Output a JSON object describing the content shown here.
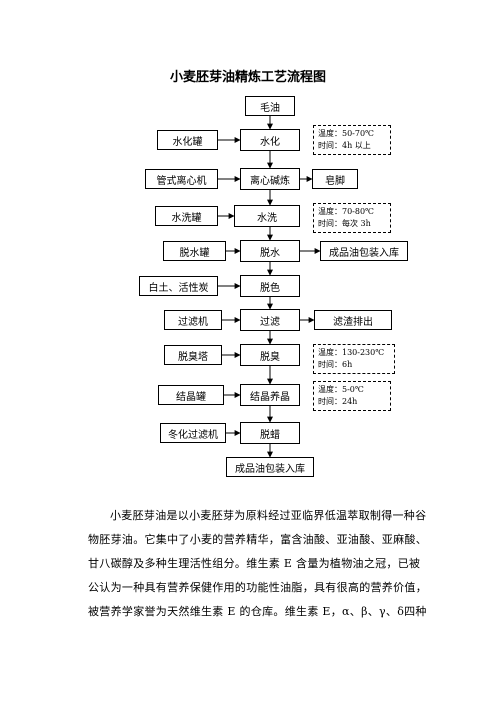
{
  "title": "小麦胚芽油精炼工艺流程图",
  "steps": {
    "crude_oil": "毛油",
    "hydration": "水化",
    "alkali_refining": "离心碱炼",
    "water_wash": "水洗",
    "dehydration": "脱水",
    "bleaching": "脱色",
    "filtration": "过滤",
    "deodorization": "脱臭",
    "crystallization": "结晶养晶",
    "dewaxing": "脱蜡",
    "final_product": "成品油包装入库"
  },
  "equipment": {
    "hydration_tank": "水化罐",
    "tube_centrifuge": "管式离心机",
    "wash_tank": "水洗罐",
    "dehydration_tank": "脱水罐",
    "bleaching_agent": "白土、活性炭",
    "filter": "过滤机",
    "deodorizer": "脱臭塔",
    "crystal_tank": "结晶罐",
    "winter_filter": "冬化过滤机"
  },
  "outputs": {
    "soapstock": "皂脚",
    "product_store": "成品油包装入库",
    "residue": "滤渣排出"
  },
  "conditions": {
    "hydration": {
      "temp": "温度：50-70℃",
      "time": "时间：4h 以上"
    },
    "water_wash": {
      "temp": "温度：70-80℃",
      "time": "时间：每次 3h"
    },
    "deodorization": {
      "temp": "温度：130-230℃",
      "time": "时间：6h"
    },
    "crystallization": {
      "temp": "温度：5-0℃",
      "time": "时间：24h"
    }
  },
  "paragraph": "小麦胚芽油是以小麦胚芽为原料经过亚临界低温萃取制得一种谷物胚芽油。它集中了小麦的营养精华，富含油酸、亚油酸、亚麻酸、甘八碳醇及多种生理活性组分。维生素 E 含量为植物油之冠，已被公认为一种具有营养保健作用的功能性油脂，具有很高的营养价值，被营养学家誉为天然维生素 E 的仓库。维生素 E，α、β、γ、δ四种"
}
